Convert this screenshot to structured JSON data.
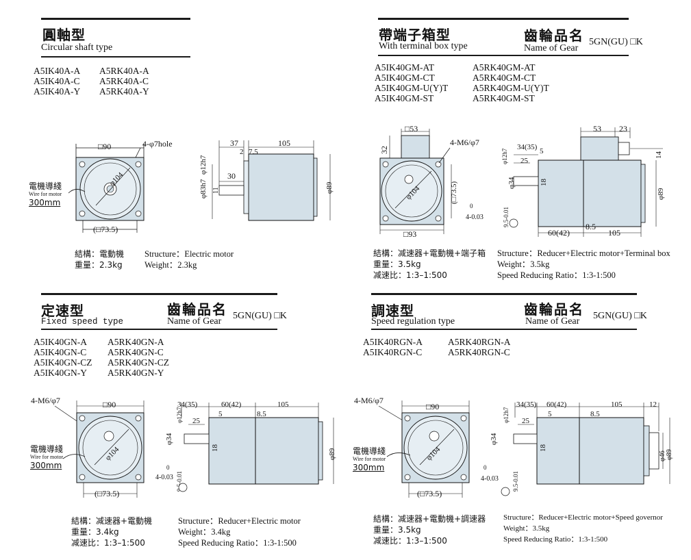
{
  "sections": {
    "circular": {
      "title_cn": "圓軸型",
      "title_en": "Circular shaft type",
      "models_col1": [
        "A5IK40A-A",
        "A5IK40A-C",
        "A5IK40A-Y"
      ],
      "models_col2": [
        "A5RK40A-A",
        "A5RK40A-C",
        "A5RK40A-Y"
      ],
      "spec_cn": [
        "結構：電動機",
        "重量：2.3kg"
      ],
      "spec_en": [
        "Structure：Electric motor",
        "Weight：2.3kg"
      ]
    },
    "terminal": {
      "title_cn": "帶端子箱型",
      "title_en": "With terminal box type",
      "gear_cn": "齒輪品名",
      "gear_en": "Name of Gear",
      "gear_code": "5GN(GU) □K",
      "models_col1": [
        "A5IK40GM-AT",
        "A5IK40GM-CT",
        "A5IK40GM-U(Y)T",
        "A5IK40GM-ST"
      ],
      "models_col2": [
        "A5RK40GM-AT",
        "A5RK40GM-CT",
        "A5RK40GM-U(Y)T",
        "A5RK40GM-ST"
      ],
      "spec_cn": [
        "結構：减速器+電動機+端子箱",
        "重量：3.5kg",
        "减速比：1:3–1:500"
      ],
      "spec_en": [
        "Structure：Reducer+Electric motor+Terminal box",
        "Weight：3.5kg",
        "Speed Reducing Ratio：1:3-1:500"
      ]
    },
    "fixed": {
      "title_cn": "定速型",
      "title_en": "Fixed speed type",
      "gear_cn": "齒輪品名",
      "gear_en": "Name of Gear",
      "gear_code": "5GN(GU) □K",
      "models_col1": [
        "A5IK40GN-A",
        "A5IK40GN-C",
        "A5IK40GN-CZ",
        "A5IK40GN-Y"
      ],
      "models_col2": [
        "A5RK40GN-A",
        "A5RK40GN-C",
        "A5RK40GN-CZ",
        "A5RK40GN-Y"
      ],
      "spec_cn": [
        "結構：减速器+電動機",
        "重量：3.4kg",
        "减速比：1:3–1:500"
      ],
      "spec_en": [
        "Structure：Reducer+Electric motor",
        "Weight：3.4kg",
        "Speed Reducing Ratio：1:3-1:500"
      ]
    },
    "speed": {
      "title_cn": "調速型",
      "title_en": "Speed regulation type",
      "gear_cn": "齒輪品名",
      "gear_en": "Name of Gear",
      "gear_code": "5GN(GU) □K",
      "models_col1": [
        "A5IK40RGN-A",
        "A5IK40RGN-C"
      ],
      "models_col2": [
        "A5RK40RGN-A",
        "A5RK40RGN-C"
      ],
      "spec_cn": [
        "結構：减速器+電動機+調速器",
        "重量：3.5kg",
        "减速比：1:3–1:500"
      ],
      "spec_en": [
        "Structure：Reducer+Electric motor+Speed governor",
        "Weight：3.5kg",
        "Speed Reducing Ratio：1:3-1:500"
      ]
    }
  },
  "dims": {
    "sq90": "□90",
    "sq93": "□93",
    "sq53": "□53",
    "sq735": "(□73.5)",
    "r735": "(□73.5)",
    "hole4": "4-φ7hole",
    "m6": "4-M6/φ7",
    "d104": "φ104",
    "d12h7": "φ12h7",
    "d83h7": "φ83h7",
    "d89": "φ89",
    "d34": "φ34",
    "d46": "φ46",
    "v37": "37",
    "v2": "2",
    "v75": "7.5",
    "v105": "105",
    "v30": "30",
    "v11": "11",
    "v53": "53",
    "v23": "23",
    "v32": "32",
    "v14": "14",
    "v3435": "34(35)",
    "v25": "25",
    "v5": "5",
    "v18": "18",
    "v6042": "60(42)",
    "v85": "8.5",
    "v12": "12",
    "key_top": "0",
    "key_a": "4-0.03",
    "key_b": "9.5-0.01",
    "wire_cn": "電機導綫",
    "wire_en": "Wire for motor",
    "wire_len": "300mm"
  },
  "colors": {
    "body_fill": "#d3e0e8",
    "line": "#1a1a1a"
  }
}
